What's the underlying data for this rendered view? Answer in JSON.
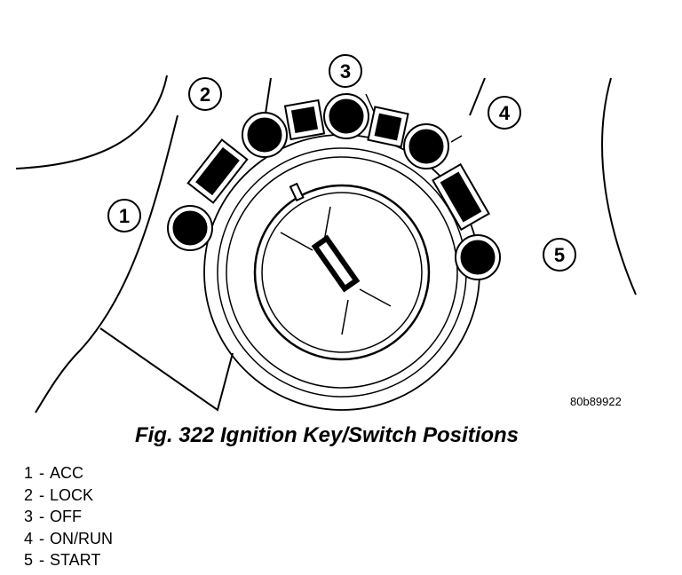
{
  "figure": {
    "id": "80b89922",
    "caption": "Fig. 322 Ignition Key/Switch Positions"
  },
  "callouts": [
    "1",
    "2",
    "3",
    "4",
    "5"
  ],
  "legend": [
    {
      "num": "1",
      "label": "ACC"
    },
    {
      "num": "2",
      "label": "LOCK"
    },
    {
      "num": "3",
      "label": "OFF"
    },
    {
      "num": "4",
      "label": "ON/RUN"
    },
    {
      "num": "5",
      "label": "START"
    }
  ]
}
